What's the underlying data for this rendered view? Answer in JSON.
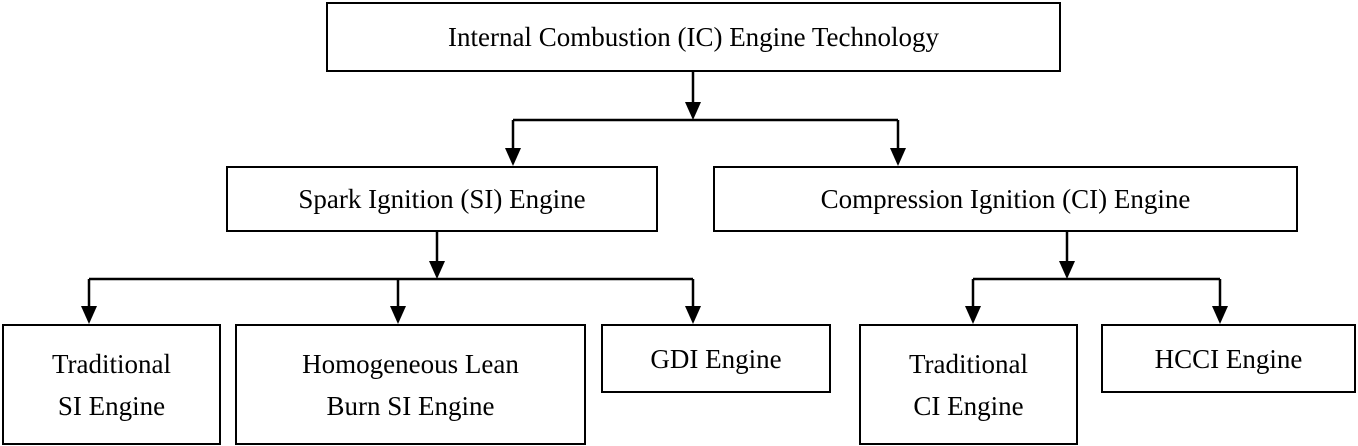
{
  "diagram": {
    "root": {
      "label": "Internal Combustion (IC) Engine Technology"
    },
    "spark_ignition": {
      "label": "Spark Ignition (SI) Engine",
      "children": [
        {
          "lines": [
            "Traditional",
            "SI Engine"
          ]
        },
        {
          "lines": [
            "Homogeneous Lean",
            "Burn SI Engine"
          ]
        },
        {
          "lines": [
            "GDI Engine"
          ]
        }
      ]
    },
    "compression_ignition": {
      "label": "Compression Ignition (CI) Engine",
      "children": [
        {
          "lines": [
            "Traditional",
            "CI Engine"
          ]
        },
        {
          "lines": [
            "HCCI Engine"
          ]
        }
      ]
    }
  }
}
